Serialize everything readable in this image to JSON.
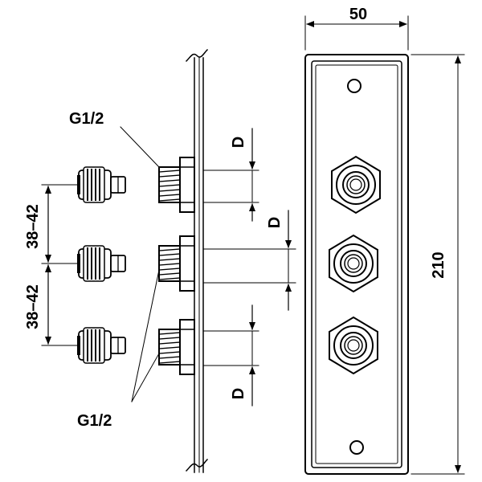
{
  "labels": {
    "thread_top": "G1/2",
    "thread_bottom": "G1/2",
    "depth_top": "D",
    "depth_middle": "D",
    "depth_bottom": "D",
    "spacing_upper": "38–42",
    "spacing_lower": "38–42",
    "plate_width": "50",
    "plate_height": "210"
  },
  "colors": {
    "line": "#000000",
    "background": "#ffffff"
  },
  "icons": {
    "arrowhead": "arrowhead-icon",
    "hex_nut": "hex-nut-icon",
    "mounting_hole": "mounting-hole-icon"
  }
}
